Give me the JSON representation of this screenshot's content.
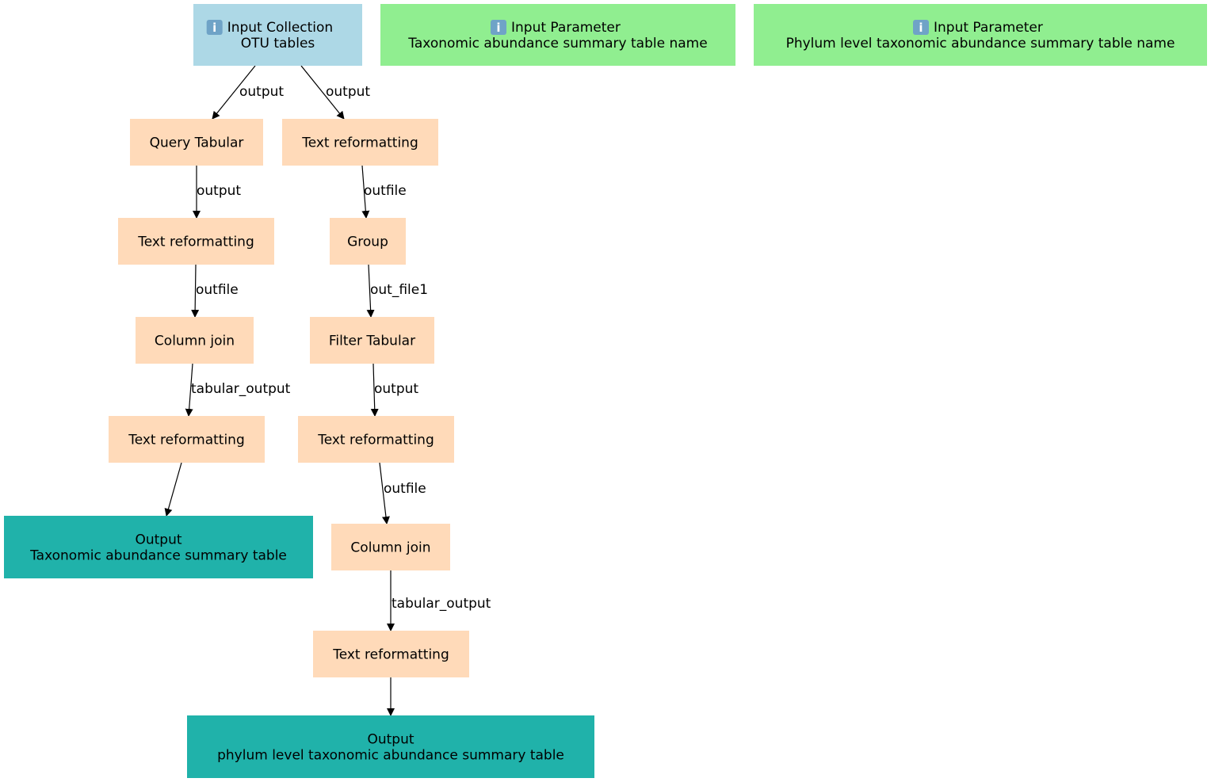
{
  "colors": {
    "input_collection": "#add8e6",
    "input_parameter": "#90ee90",
    "tool": "#ffdab9",
    "output": "#20b2aa",
    "edge": "#000000"
  },
  "nodes": {
    "input_otu": {
      "kind": "input_collection",
      "icon": "info-icon",
      "lines": [
        "Input Collection",
        "OTU tables"
      ]
    },
    "param_tax": {
      "kind": "input_parameter",
      "icon": "info-icon",
      "lines": [
        "Input Parameter",
        "Taxonomic abundance summary table name"
      ]
    },
    "param_phylum": {
      "kind": "input_parameter",
      "icon": "info-icon",
      "lines": [
        "Input Parameter",
        "Phylum level taxonomic abundance summary table name"
      ]
    },
    "query_tabular": {
      "kind": "tool",
      "lines": [
        "Query Tabular"
      ]
    },
    "text_reformat_a": {
      "kind": "tool",
      "lines": [
        "Text reformatting"
      ]
    },
    "text_reformat_b": {
      "kind": "tool",
      "lines": [
        "Text reformatting"
      ]
    },
    "group": {
      "kind": "tool",
      "lines": [
        "Group"
      ]
    },
    "column_join_a": {
      "kind": "tool",
      "lines": [
        "Column join"
      ]
    },
    "filter_tabular": {
      "kind": "tool",
      "lines": [
        "Filter Tabular"
      ]
    },
    "text_reformat_c": {
      "kind": "tool",
      "lines": [
        "Text reformatting"
      ]
    },
    "text_reformat_d": {
      "kind": "tool",
      "lines": [
        "Text reformatting"
      ]
    },
    "output_tax": {
      "kind": "output",
      "lines": [
        "Output",
        "Taxonomic abundance summary table"
      ]
    },
    "column_join_b": {
      "kind": "tool",
      "lines": [
        "Column join"
      ]
    },
    "text_reformat_e": {
      "kind": "tool",
      "lines": [
        "Text reformatting"
      ]
    },
    "output_phylum": {
      "kind": "output",
      "lines": [
        "Output",
        "phylum level taxonomic abundance summary table"
      ]
    }
  },
  "edges": [
    {
      "from": "input_otu",
      "to": "query_tabular",
      "label": "output"
    },
    {
      "from": "input_otu",
      "to": "text_reformat_b",
      "label": "output"
    },
    {
      "from": "query_tabular",
      "to": "text_reformat_a",
      "label": "output"
    },
    {
      "from": "text_reformat_b",
      "to": "group",
      "label": "outfile"
    },
    {
      "from": "text_reformat_a",
      "to": "column_join_a",
      "label": "outfile"
    },
    {
      "from": "group",
      "to": "filter_tabular",
      "label": "out_file1"
    },
    {
      "from": "column_join_a",
      "to": "text_reformat_c",
      "label": "tabular_output"
    },
    {
      "from": "filter_tabular",
      "to": "text_reformat_d",
      "label": "output"
    },
    {
      "from": "text_reformat_c",
      "to": "output_tax",
      "label": ""
    },
    {
      "from": "text_reformat_d",
      "to": "column_join_b",
      "label": "outfile"
    },
    {
      "from": "column_join_b",
      "to": "text_reformat_e",
      "label": "tabular_output"
    },
    {
      "from": "text_reformat_e",
      "to": "output_phylum",
      "label": ""
    }
  ]
}
